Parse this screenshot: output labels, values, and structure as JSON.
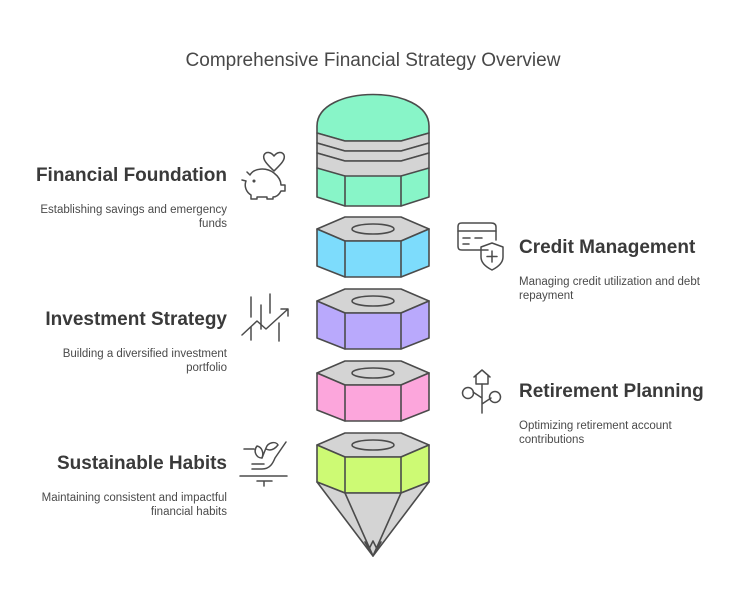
{
  "title": "Comprehensive Financial Strategy Overview",
  "colors": {
    "foundation": "#88f5c8",
    "credit": "#7ddcfc",
    "investment": "#b9a9fc",
    "retirement": "#fca6dc",
    "habits": "#cdfa74",
    "hardware": "#d4d4d4",
    "stroke": "#4b4b4b"
  },
  "items": [
    {
      "title": "Financial Foundation",
      "description": "Establishing savings and emergency funds",
      "icon": "piggy-bank-heart-icon"
    },
    {
      "title": "Credit Management",
      "description": "Managing credit utilization and debt repayment",
      "icon": "credit-card-shield-icon"
    },
    {
      "title": "Investment Strategy",
      "description": "Building a diversified investment portfolio",
      "icon": "growth-chart-icon"
    },
    {
      "title": "Retirement Planning",
      "description": "Optimizing retirement account contributions",
      "icon": "house-tree-icon"
    },
    {
      "title": "Sustainable Habits",
      "description": "Maintaining consistent and impactful financial habits",
      "icon": "seedling-hand-icon"
    }
  ]
}
